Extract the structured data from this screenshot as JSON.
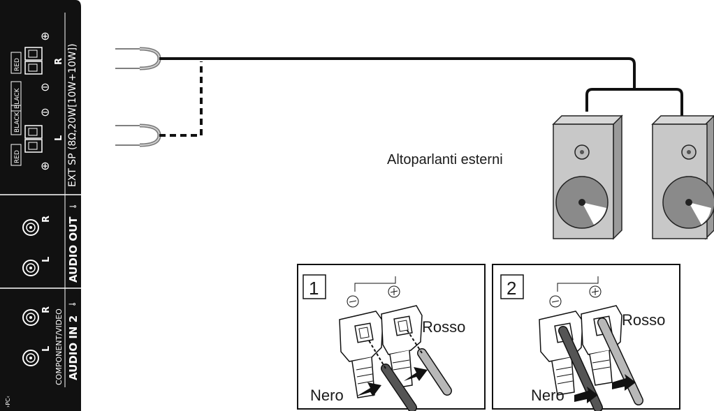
{
  "panel": {
    "ext_sp_label": "EXT SP  (8Ω,20W[10W+10W])",
    "red": "RED",
    "black": "BLACK",
    "plus": "⊕",
    "minus": "⊖",
    "r": "R",
    "l": "L",
    "audio_out": "AUDIO OUT",
    "audio_in_2": "AUDIO IN 2",
    "component_video": "COMPONENT/VIDEO",
    "pc_tag": "›PC‹"
  },
  "speakers_label": "Altoparlanti esterni",
  "steps": [
    {
      "number": "1",
      "red_label": "Rosso",
      "black_label": "Nero"
    },
    {
      "number": "2",
      "red_label": "Rosso",
      "black_label": "Nero"
    }
  ],
  "colors": {
    "panel_bg": "#111111",
    "speaker_face": "#c8c8c8",
    "speaker_side": "#9a9a9a",
    "woofer": "#888888",
    "wire_red": "#b8b8b8",
    "wire_black": "#555555"
  }
}
